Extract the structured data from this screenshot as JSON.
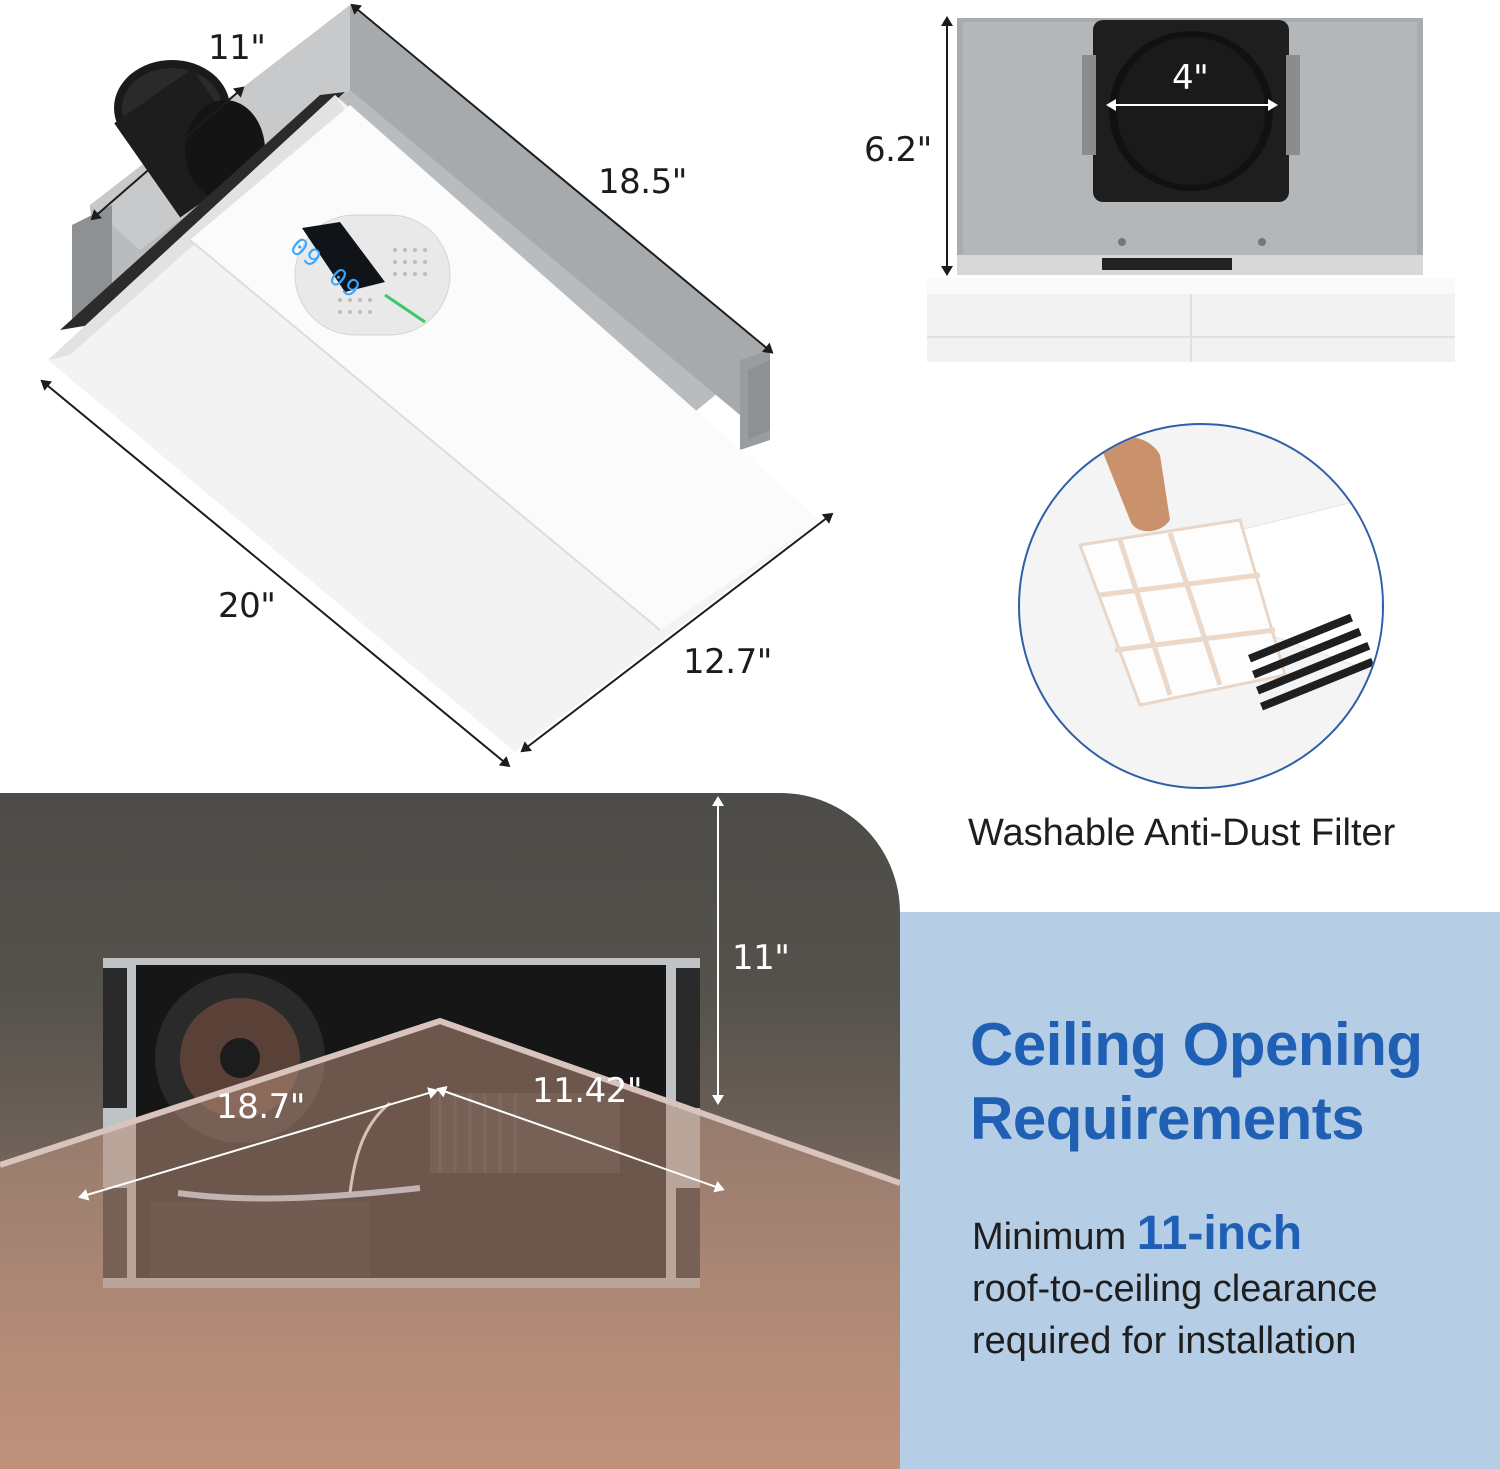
{
  "dimensions": {
    "duct_depth": "11\"",
    "length": "18.5\"",
    "width_front": "20\"",
    "depth_front": "12.7\"",
    "height": "6.2\"",
    "duct_diameter": "4\"",
    "clearance": "11\"",
    "opening_length": "18.7\"",
    "opening_width": "11.42\""
  },
  "display": {
    "readout": "09 09"
  },
  "filter": {
    "caption": "Washable Anti-Dust Filter"
  },
  "ceiling": {
    "title_line1": "Ceiling Opening",
    "title_line2": "Requirements",
    "req_prefix": "Minimum ",
    "req_highlight": "11-inch",
    "req_line2": "roof-to-ceiling clearance",
    "req_line3": "required for installation"
  },
  "colors": {
    "accent_blue": "#1f5fb4",
    "panel_blue": "#b5cde5",
    "display_blue": "#3aa7ff"
  }
}
